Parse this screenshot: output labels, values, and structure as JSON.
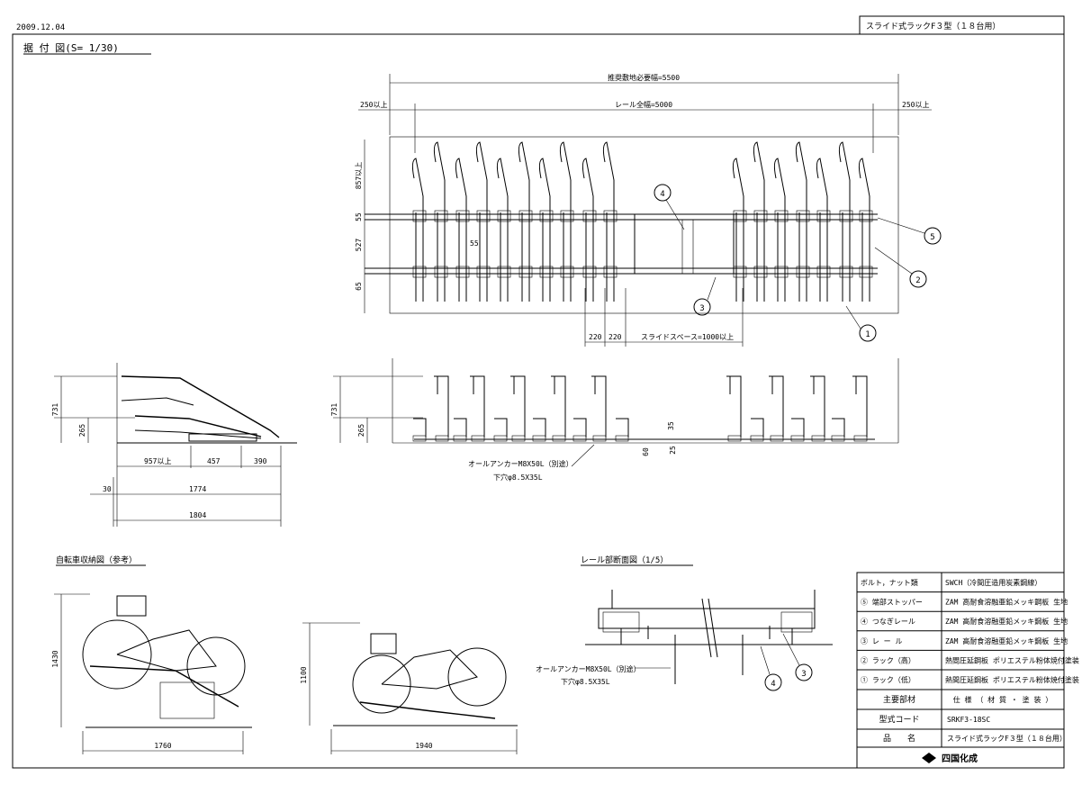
{
  "header": {
    "date": "2009.12.04",
    "title": "スライド式ラックF３型（１８台用）",
    "drawing_label": "据 付 図(S= 1/30)"
  },
  "plan_view": {
    "dim_total": "推奨敷地必要幅=5500",
    "dim_rail": "レール全幅=5000",
    "dim_left_margin": "250以上",
    "dim_right_margin": "250以上",
    "dim_v1": "857以上",
    "dim_v2": "55",
    "dim_v3": "527",
    "dim_v4": "65",
    "dim_inner": "55",
    "dim_220a": "220",
    "dim_220b": "220",
    "dim_slide": "スライドスペース=1000以上",
    "callouts": [
      "1",
      "2",
      "3",
      "4",
      "5"
    ]
  },
  "side_view": {
    "dim_731": "731",
    "dim_265": "265",
    "dim_957": "957以上",
    "dim_457": "457",
    "dim_390": "390",
    "dim_30": "30",
    "dim_1774": "1774",
    "dim_1804": "1804"
  },
  "front_view": {
    "dim_731": "731",
    "dim_265": "265",
    "dim_60": "60",
    "dim_25": "25",
    "dim_35": "35",
    "anchor_note_1": "オールアンカーM8X50L（別途）",
    "anchor_note_2": "下穴φ8.5X35L"
  },
  "bike_view": {
    "label": "自転車収納図（参考）",
    "dim_1430": "1430",
    "dim_1760": "1760",
    "dim_1100": "1100",
    "dim_1940": "1940"
  },
  "rail_section": {
    "label": "レール部断面図（1/5）",
    "anchor_note_1": "オールアンカーM8X50L（別途）",
    "anchor_note_2": "下穴φ8.5X35L",
    "callout_4": "4",
    "callout_3": "3"
  },
  "parts_table": {
    "rows": [
      {
        "name": "ボルト，ナット類",
        "spec": "SWCH（冷間圧造用炭素鋼線）"
      },
      {
        "name": "⑤ 端部ストッパー",
        "spec": "ZAM 高耐食溶融亜鉛メッキ鋼板 生地"
      },
      {
        "name": "④ つなぎレール",
        "spec": "ZAM 高耐食溶融亜鉛メッキ鋼板 生地"
      },
      {
        "name": "③ レ ー ル",
        "spec": "ZAM 高耐食溶融亜鉛メッキ鋼板 生地"
      },
      {
        "name": "② ラック（高）",
        "spec": "熱間圧延鋼板 ポリエステル粉体焼付塗装"
      },
      {
        "name": "① ラック（低）",
        "spec": "熱間圧延鋼板 ポリエステル粉体焼付塗装"
      }
    ],
    "header_name": "主要部材",
    "header_spec": "仕 様 （ 材 質 ・ 塗 装 ）",
    "model_label": "型式コード",
    "model_value": "SRKF3-18SC",
    "product_label": "品　　名",
    "product_value": "スライド式ラックF３型（１８台用）",
    "company": "四国化成"
  }
}
